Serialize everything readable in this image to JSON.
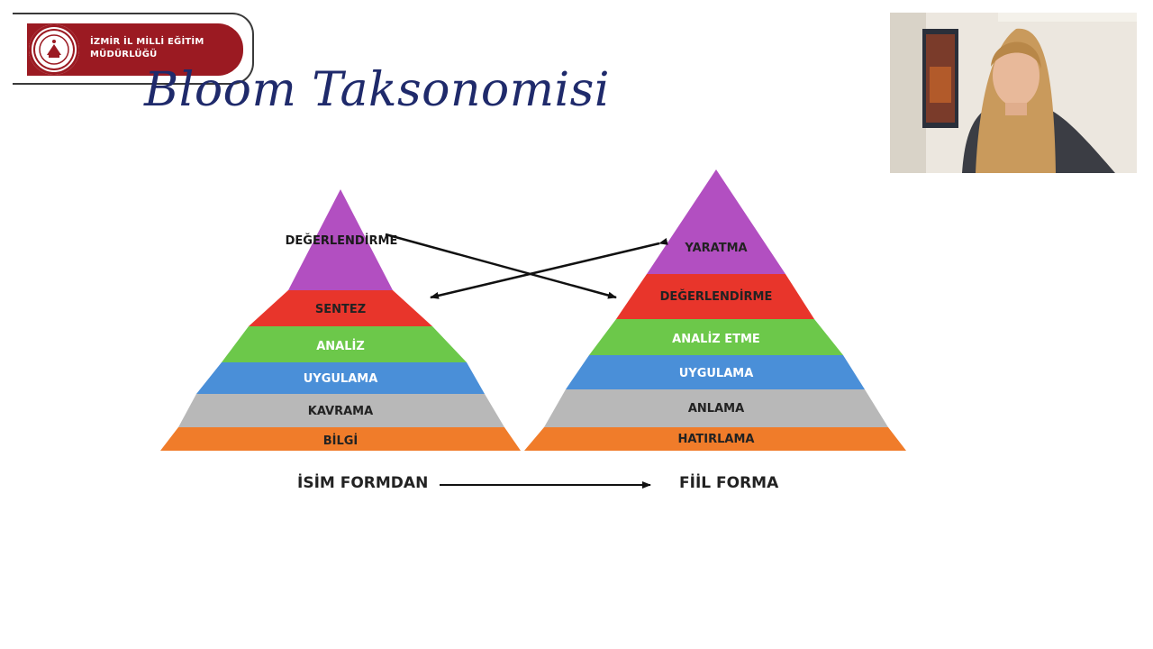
{
  "logo": {
    "line1": "İZMİR İL MİLLİ EĞİTİM",
    "line2": "MÜDÜRLÜĞÜ"
  },
  "slide": {
    "title": "Bloom Taksonomisi"
  },
  "left_pyramid": {
    "levels": [
      "DEĞERLENDİRME",
      "SENTEZ",
      "ANALİZ",
      "UYGULAMA",
      "KAVRAMA",
      "BİLGİ"
    ]
  },
  "right_pyramid": {
    "levels": [
      "YARATMA",
      "DEĞERLENDİRME",
      "ANALİZ ETME",
      "UYGULAMA",
      "ANLAMA",
      "HATIRLAMA"
    ]
  },
  "bottom": {
    "left_label": "İSİM FORMDAN",
    "right_label": "FİİL FORMA"
  },
  "colors": {
    "accent": "#9b1a22",
    "title": "#1f2a6b",
    "purple": "#b24fc1",
    "red": "#e8352b",
    "green": "#6cc84a",
    "blue": "#4a8fd8",
    "gray": "#b8b8b8",
    "orange": "#f07c2a"
  }
}
